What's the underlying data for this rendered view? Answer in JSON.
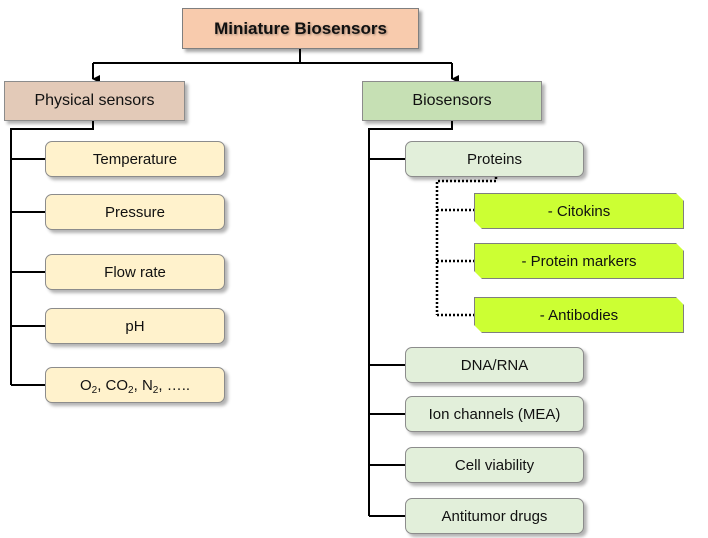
{
  "title": "Miniature Biosensors",
  "physical": {
    "header": "Physical sensors",
    "items": [
      "Temperature",
      "Pressure",
      "Flow rate",
      "pH"
    ],
    "gases": {
      "o": "O",
      "o_sub": "2",
      "co": "CO",
      "co_sub": "2",
      "n": "N",
      "n_sub": "2",
      "ellipsis": "….."
    }
  },
  "bio": {
    "header": "Biosensors",
    "proteins": "Proteins",
    "protein_sub": [
      "- Citokins",
      "- Protein markers",
      "- Antibodies"
    ],
    "items": [
      "DNA/RNA",
      "Ion channels (MEA)",
      "Cell viability",
      "Antitumor drugs"
    ]
  },
  "colors": {
    "root_fill": "#f8cbad",
    "physical_header_fill": "#e3cab8",
    "bio_header_fill": "#c6e0b4",
    "physical_item_fill": "#fff2cc",
    "bio_item_fill": "#e2efda",
    "protein_sub_fill": "#ccff33"
  }
}
